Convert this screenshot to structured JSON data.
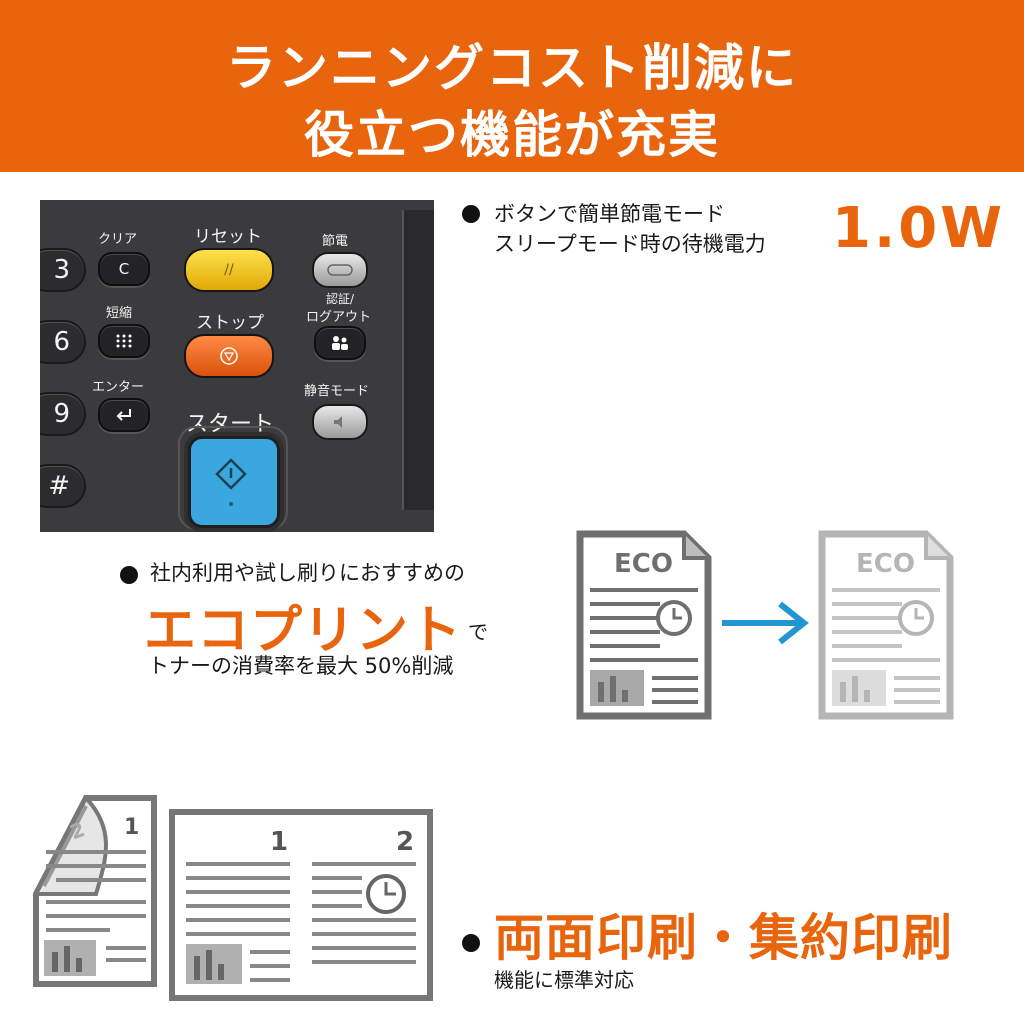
{
  "banner": {
    "line1": "ランニングコスト削減に",
    "line2": "役立つ機能が充実"
  },
  "panel": {
    "clear_label": "クリア",
    "clear_key": "C",
    "reset_label": "リセット",
    "reset_key": "//",
    "save_label": "節電",
    "short_label": "短縮",
    "stop_label": "ストップ",
    "auth_label1": "認証/",
    "auth_label2": "ログアウト",
    "enter_label": "エンター",
    "quiet_label": "静音モード",
    "start_label": "スタート",
    "num_3": "3",
    "num_6": "6",
    "num_9": "9",
    "num_hash": "#"
  },
  "power": {
    "line1": "ボタンで簡単節電モード",
    "line2": "スリープモード時の待機電力",
    "value": "1.0W"
  },
  "eco": {
    "line1": "社内利用や試し刷りにおすすめの",
    "big": "エコプリント",
    "suffix": "で",
    "line3": "トナーの消費率を最大 50%削減",
    "doc_label": "ECO"
  },
  "duplex": {
    "big": "両面印刷・集約印刷",
    "sub": "機能に標準対応",
    "page1": "1",
    "page2": "2",
    "flip_1": "1",
    "flip_2": "2"
  },
  "colors": {
    "accent": "#e8650e",
    "start_button": "#3aa7de",
    "arrow": "#2196d3",
    "reset_button": "#f4c21b",
    "stop_button": "#ef6a22"
  },
  "icons": [
    "bullet-icon",
    "arrow-right-icon",
    "clock-icon",
    "bar-chart-icon",
    "diamond-start-icon",
    "enter-icon",
    "keypad-icon",
    "people-icon",
    "leaf-icon",
    "quiet-icon",
    "stop-icon"
  ]
}
